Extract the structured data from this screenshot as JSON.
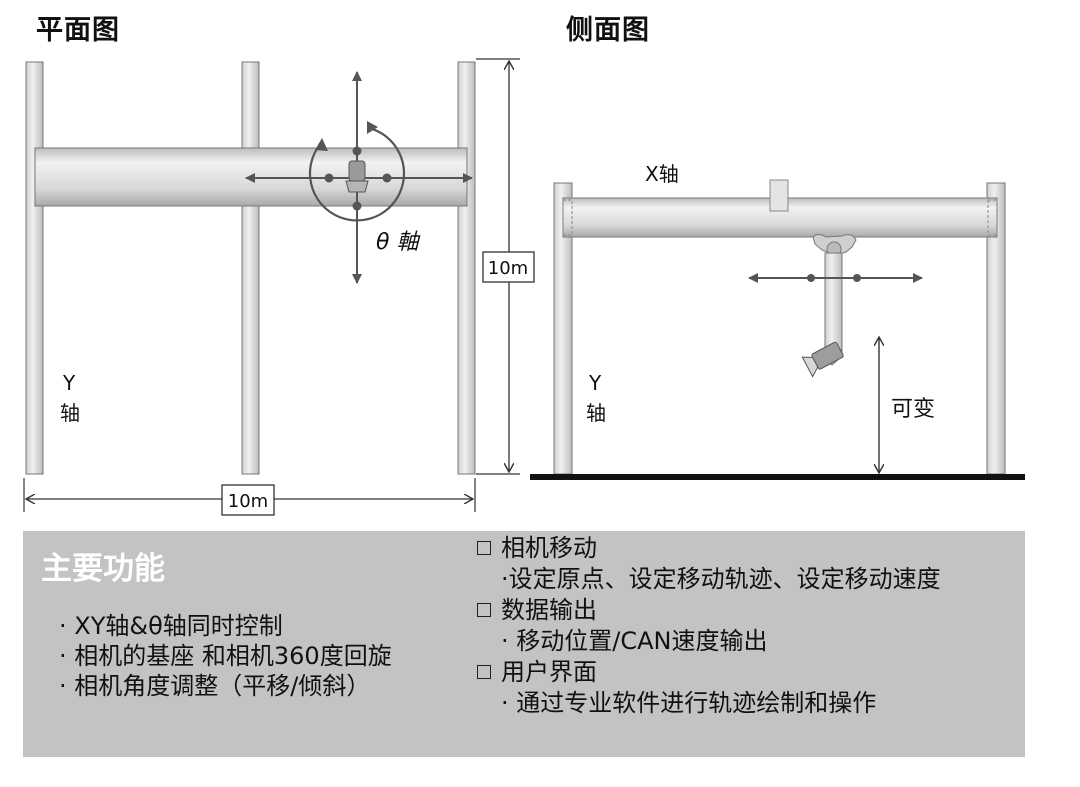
{
  "plan_view": {
    "title": "平面图",
    "theta_label": "θ 軸",
    "y_axis_label_line1": "Y",
    "y_axis_label_line2": "轴",
    "height_dimension": "10m",
    "width_dimension": "10m"
  },
  "side_view": {
    "title": "侧面图",
    "x_axis_label": "X轴",
    "y_axis_label_line1": "Y",
    "y_axis_label_line2": "轴",
    "variable_label": "可变"
  },
  "features": {
    "heading": "主要功能",
    "items": [
      "· XY轴&θ轴同时控制",
      "· 相机的基座 和相机360度回旋",
      "· 相机角度调整（平移/倾斜）"
    ],
    "sections": [
      {
        "title": "相机移动",
        "detail": "·设定原点、设定移动轨迹、设定移动速度"
      },
      {
        "title": "数据输出",
        "detail": "· 移动位置/CAN速度输出"
      },
      {
        "title": "用户界面",
        "detail": "· 通过专业软件进行轨迹绘制和操作"
      }
    ]
  },
  "colors": {
    "pillar_fill": "#e6e6e6",
    "beam_fill": "#dcdcdc",
    "outline": "#666666",
    "feature_bg": "#c3c3c3"
  }
}
